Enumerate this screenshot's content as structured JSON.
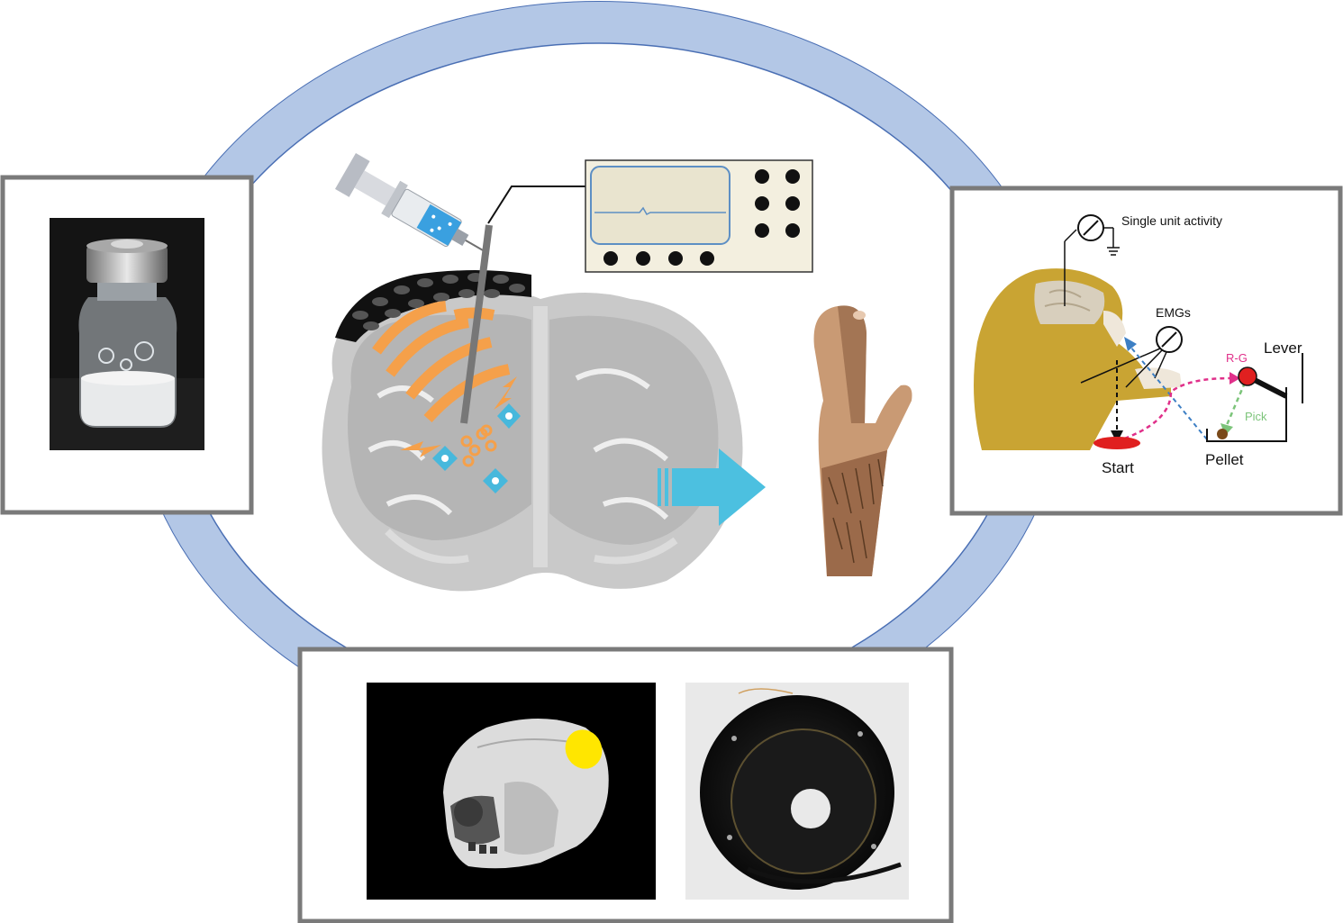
{
  "labels": {
    "single_unit_activity": "Single unit activity",
    "emgs": "EMGs",
    "lever": "Lever",
    "r_g": "R-G",
    "pick": "Pick",
    "start": "Start",
    "pellet": "Pellet"
  },
  "colors": {
    "ring": "#b3c7e6",
    "ring_stroke": "#4a6fb4",
    "panel_border": "#7a7a7a",
    "orange": "#f5a04a",
    "cyan": "#47b8dc",
    "arrow": "#4cc0e0",
    "monkey_fur": "#c9a433",
    "r_g": "#e0308a",
    "pick": "#7cc47a",
    "reach_blue": "#3d7fc4",
    "start_red": "#e02020",
    "lever_red": "#e02020"
  },
  "icons": [
    "syringe-icon",
    "oscilloscope-icon",
    "electrode-array-icon",
    "brain-section-icon",
    "hand-icon",
    "vial-icon",
    "monkey-icon",
    "skull-icon",
    "implant-icon"
  ]
}
